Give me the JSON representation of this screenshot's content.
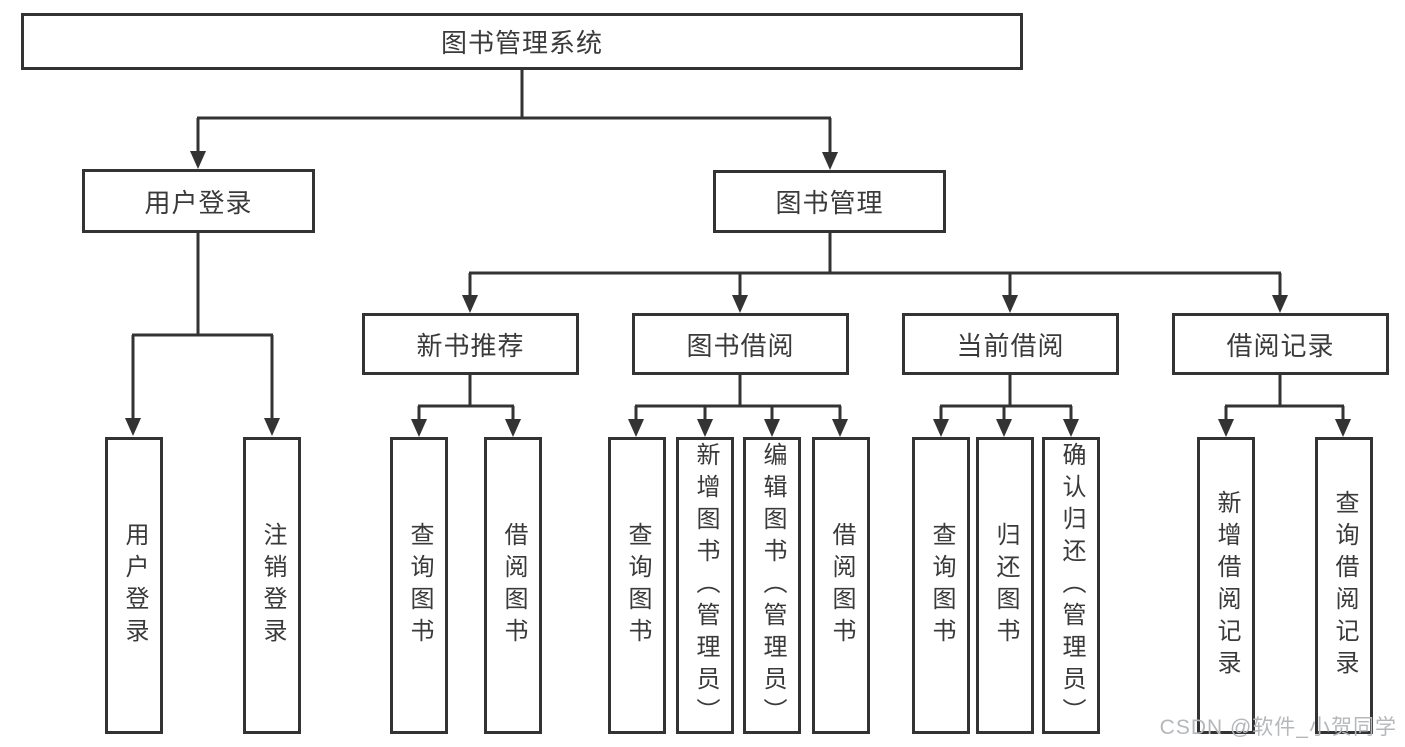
{
  "diagram_title": "图书管理系统",
  "tree": {
    "label": "图书管理系统",
    "children": [
      {
        "label": "用户登录",
        "children": [
          {
            "label": "用户登录"
          },
          {
            "label": "注销登录"
          }
        ]
      },
      {
        "label": "图书管理",
        "children": [
          {
            "label": "新书推荐",
            "children": [
              {
                "label": "查询图书"
              },
              {
                "label": "借阅图书"
              }
            ]
          },
          {
            "label": "图书借阅",
            "children": [
              {
                "label": "查询图书"
              },
              {
                "label": "新增图书（管理员）"
              },
              {
                "label": "编辑图书（管理员）"
              },
              {
                "label": "借阅图书"
              }
            ]
          },
          {
            "label": "当前借阅",
            "children": [
              {
                "label": "查询图书"
              },
              {
                "label": "归还图书"
              },
              {
                "label": "确认归还（管理员）"
              }
            ]
          },
          {
            "label": "借阅记录",
            "children": [
              {
                "label": "新增借阅记录"
              },
              {
                "label": "查询借阅记录"
              }
            ]
          }
        ]
      }
    ]
  },
  "colors": {
    "line": "#333333",
    "text": "#3a3a3a",
    "background": "#ffffff",
    "watermark": "#b5b8bb"
  },
  "watermark": {
    "text": "CSDN @软件_小贺同学"
  }
}
